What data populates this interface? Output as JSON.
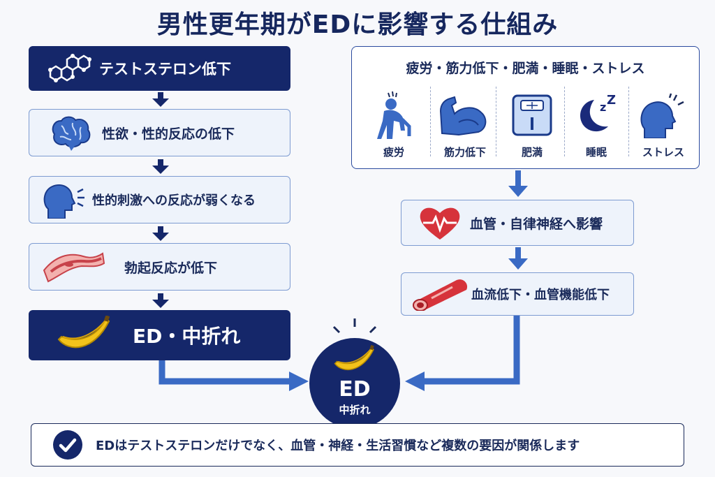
{
  "title": "男性更年期がEDに影響する仕組み",
  "left_flow": [
    {
      "label": "テストステロン低下",
      "icon": "molecule-icon"
    },
    {
      "label": "性欲・性的反応の低下",
      "icon": "brain-icon"
    },
    {
      "label": "性的刺激への反応が弱くなる",
      "icon": "head-icon"
    },
    {
      "label": "勃起反応が低下",
      "icon": "blood-vessel-icon"
    },
    {
      "label": "ED・中折れ",
      "icon": "banana-icon"
    }
  ],
  "right_panel": {
    "title": "疲労・筋力低下・肥満・睡眠・ストレス",
    "items": [
      {
        "label": "疲労",
        "icon": "tired-person-icon"
      },
      {
        "label": "筋力低下",
        "icon": "muscle-arm-icon"
      },
      {
        "label": "肥満",
        "icon": "scale-icon"
      },
      {
        "label": "睡眠",
        "icon": "moon-sleep-icon"
      },
      {
        "label": "ストレス",
        "icon": "stressed-head-icon"
      }
    ]
  },
  "right_flow": [
    {
      "label": "血管・自律神経へ影響",
      "icon": "heart-pulse-icon"
    },
    {
      "label": "血流低下・血管機能低下",
      "icon": "artery-icon"
    }
  ],
  "result": {
    "main": "ED",
    "sub": "中折れ"
  },
  "note": "EDはテストステロンだけでなく、血管・神経・生活習慣など複数の要因が関係します",
  "colors": {
    "navy": "#15276a",
    "light_box": "#eef3fb",
    "accent_blue": "#3a6ac4",
    "heart_red": "#d6333b",
    "banana_yellow": "#f2c21b"
  }
}
